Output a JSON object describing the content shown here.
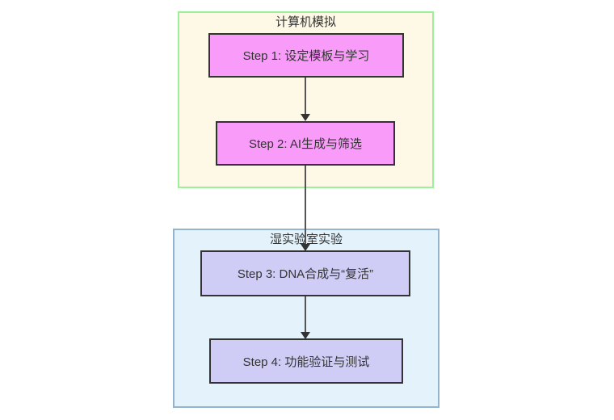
{
  "diagram": {
    "type": "flowchart-top-down",
    "background": "#ffffff",
    "edge_color": "#555555",
    "arrowhead_color": "#333333",
    "clusters": [
      {
        "id": "computer-simulation",
        "title": "计算机模拟",
        "fill": "#fdf9e6",
        "stroke": "#9cf09c",
        "node_ids": [
          "step1",
          "step2"
        ]
      },
      {
        "id": "wet-lab",
        "title": "湿实验室实验",
        "fill": "#e3f2fb",
        "stroke": "#92b4cf",
        "node_ids": [
          "step3",
          "step4"
        ]
      }
    ],
    "nodes": [
      {
        "id": "step1",
        "label": "Step 1: 设定模板与学习",
        "fill": "#f99cf9",
        "stroke": "#333333"
      },
      {
        "id": "step2",
        "label": "Step 2: AI生成与筛选",
        "fill": "#f99cf9",
        "stroke": "#333333"
      },
      {
        "id": "step3",
        "label": "Step 3: DNA合成与“复活”",
        "fill": "#cfcdf6",
        "stroke": "#333333"
      },
      {
        "id": "step4",
        "label": "Step 4: 功能验证与测试",
        "fill": "#cfcdf6",
        "stroke": "#333333"
      }
    ],
    "edges": [
      {
        "from": "step1",
        "to": "step2"
      },
      {
        "from": "step2",
        "to": "step3"
      },
      {
        "from": "step3",
        "to": "step4"
      }
    ]
  }
}
